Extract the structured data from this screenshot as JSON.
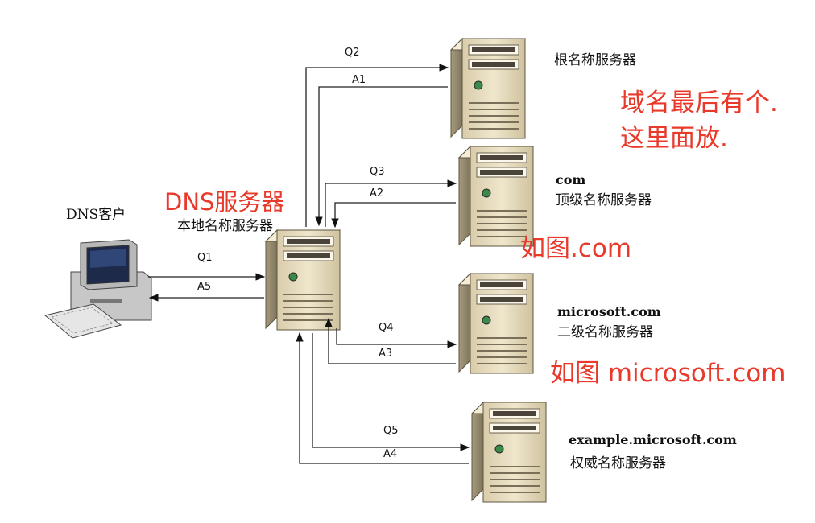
{
  "client": {
    "label": "DNS客户"
  },
  "local_server": {
    "label": "本地名称服务器"
  },
  "root_server": {
    "label": "根名称服务器"
  },
  "tld_server": {
    "domain": "com",
    "label": "顶级名称服务器"
  },
  "second_server": {
    "domain": "microsoft.com",
    "label": "二级名称服务器"
  },
  "auth_server": {
    "domain": "example.microsoft.com",
    "label": "权威名称服务器"
  },
  "arrows": {
    "q1": "Q1",
    "a5": "A5",
    "q2": "Q2",
    "a1": "A1",
    "q3": "Q3",
    "a2": "A2",
    "q4": "Q4",
    "a3": "A3",
    "q5": "Q5",
    "a4": "A4"
  },
  "annotations": {
    "dns_server": "DNS服务器",
    "root_note_line1": "域名最后有个.",
    "root_note_line2": "这里面放.",
    "com_note": "如图.com",
    "microsoft_note": "如图 microsoft.com"
  },
  "colors": {
    "annotation": "#e8392b",
    "server_face": "#e3d8b8",
    "server_side": "#9a8f72",
    "line": "#222222"
  }
}
